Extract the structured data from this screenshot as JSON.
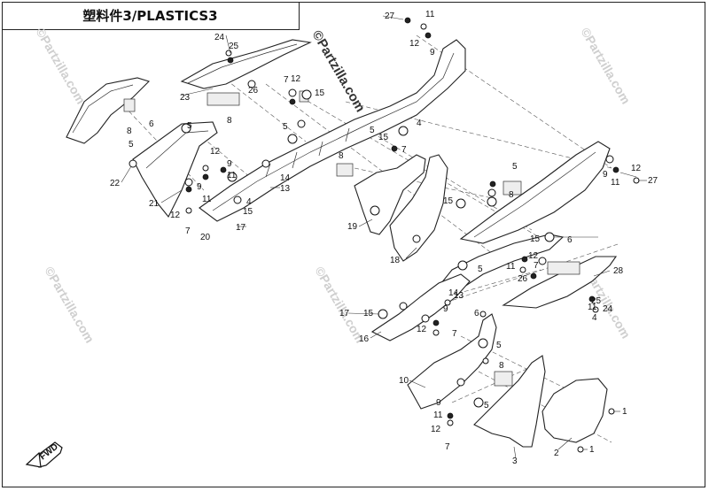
{
  "title": "塑料件3/PLASTICS3",
  "watermark_text": "©Partzilla.com",
  "fwd_label": "FWD",
  "callouts": {
    "c1a": "1",
    "c1b": "1",
    "c2": "2",
    "c3": "3",
    "c4a": "4",
    "c4b": "4",
    "c4c": "4",
    "c5a": "5",
    "c5b": "5",
    "c5c": "5",
    "c5d": "5",
    "c5e": "5",
    "c5f": "5",
    "c5g": "5",
    "c5h": "5",
    "c6a": "6",
    "c6b": "6",
    "c6c": "6",
    "c7a": "7",
    "c7b": "7",
    "c7c": "7",
    "c7d": "7",
    "c7e": "7",
    "c7f": "7",
    "c8a": "8",
    "c8b": "8",
    "c8c": "8",
    "c8d": "8",
    "c8e": "8",
    "c9a": "9",
    "c9b": "9",
    "c9c": "9",
    "c9d": "9",
    "c9e": "9",
    "c9f": "9",
    "c10": "10",
    "c11a": "11",
    "c11b": "11",
    "c11c": "11",
    "c11d": "11",
    "c11e": "11",
    "c11f": "11",
    "c11g": "11",
    "c12a": "12",
    "c12b": "12",
    "c12c": "12",
    "c12d": "12",
    "c12e": "12",
    "c12f": "12",
    "c12g": "12",
    "c12h": "12",
    "c13a": "13",
    "c13b": "13",
    "c14a": "14",
    "c14b": "14",
    "c15a": "15",
    "c15b": "15",
    "c15c": "15",
    "c15d": "15",
    "c15e": "15",
    "c15f": "15",
    "c16": "16",
    "c17a": "17",
    "c17b": "17",
    "c18": "18",
    "c19": "19",
    "c20": "20",
    "c21": "21",
    "c22": "22",
    "c23": "23",
    "c24a": "24",
    "c24b": "24",
    "c25a": "25",
    "c25b": "25",
    "c26a": "26",
    "c26b": "26",
    "c27a": "27",
    "c27b": "27",
    "c28": "28"
  }
}
